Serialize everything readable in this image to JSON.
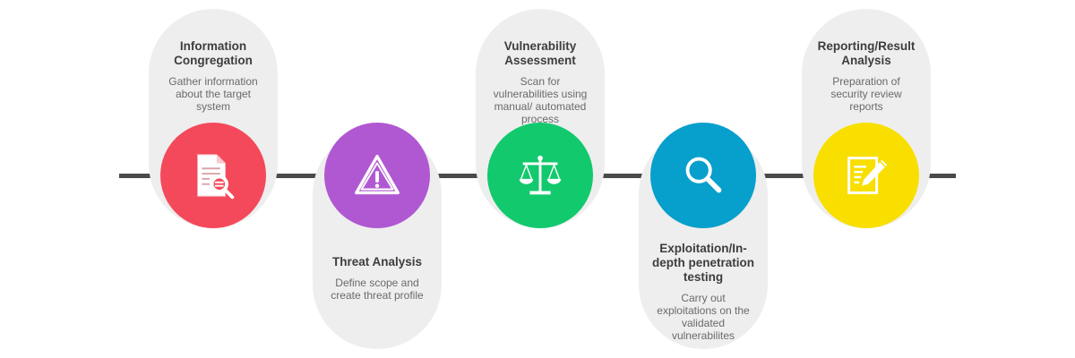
{
  "colors": {
    "line": "#4a4a4a",
    "pill": "#eeeeee",
    "step1": "#f4495b",
    "step2": "#b058d2",
    "step3": "#12c96d",
    "step4": "#079fcb",
    "step5": "#f8df00"
  },
  "steps": [
    {
      "title": "Information Congregation",
      "description": "Gather information about the target system",
      "icon": "document-search-icon"
    },
    {
      "title": "Threat Analysis",
      "description": "Define scope and create threat profile",
      "icon": "warning-icon"
    },
    {
      "title": "Vulnerability Assessment",
      "description": "Scan for vulnerabilities using manual/ automated process",
      "icon": "scales-icon"
    },
    {
      "title": "Exploitation/In-depth penetration testing",
      "description": "Carry out exploitations on the validated vulnerabilites",
      "icon": "magnifier-icon"
    },
    {
      "title": "Reporting/Result Analysis",
      "description": "Preparation of security review reports",
      "icon": "report-edit-icon"
    }
  ]
}
